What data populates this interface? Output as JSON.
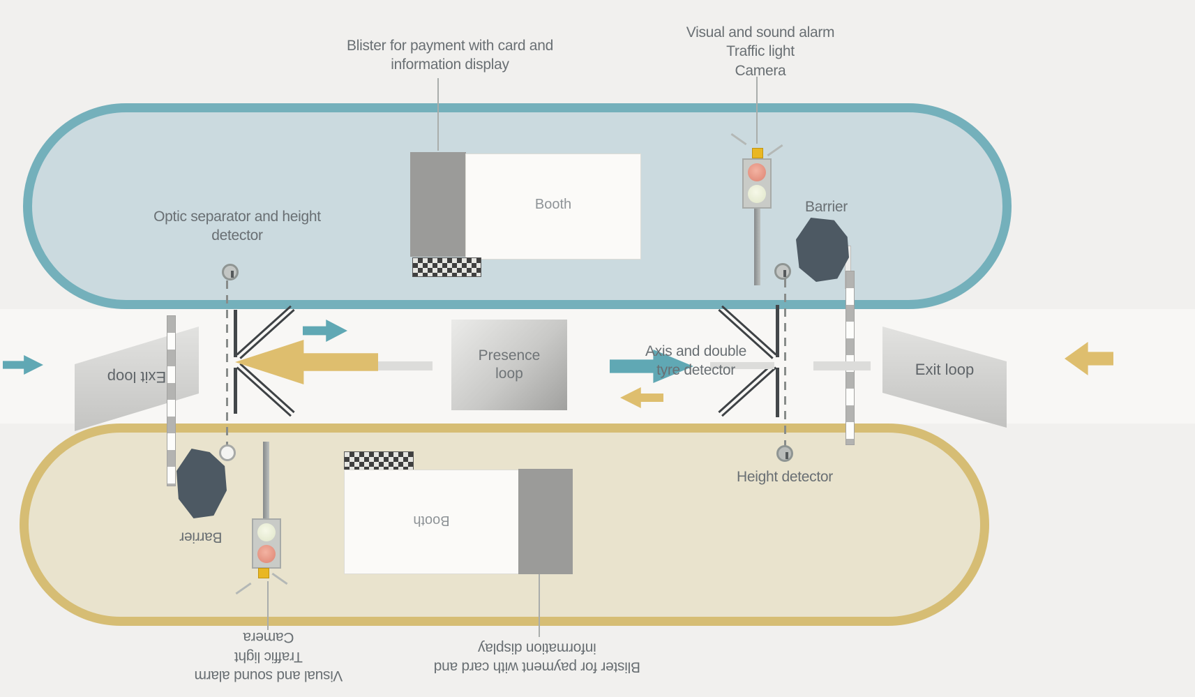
{
  "colors": {
    "background": "#f1f0ee",
    "road": "#f8f7f5",
    "island_top_fill": "#cbdadf",
    "island_top_border": "#74b0bb",
    "island_bottom_fill": "#e9e3cd",
    "island_bottom_border": "#d6bd74",
    "arrow_teal": "#60a8b4",
    "arrow_tan": "#debe6e",
    "barrier_housing": "#4d5963",
    "label_text": "#696f73",
    "beacon_yellow": "#e9b722",
    "traffic_light_red": "#dd8270"
  },
  "top_lane": {
    "blister_label": {
      "line1": "Blister for payment with card and",
      "line2": "information display"
    },
    "alarm_label": {
      "line1": "Visual and sound alarm",
      "line2": "Traffic light",
      "line3": "Camera"
    },
    "optic_label": {
      "line1": "Optic separator and height",
      "line2": "detector"
    },
    "barrier_label": "Barrier",
    "booth_label": "Booth"
  },
  "road": {
    "presence_loop": {
      "line1": "Presence",
      "line2": "loop"
    },
    "axis_detector_label": {
      "line1": "Axis and double",
      "line2": "tyre detector"
    },
    "exit_loop_left": "Exit loop",
    "exit_loop_right": "Exit loop"
  },
  "bottom_lane": {
    "booth_label": "Booth",
    "barrier_label": "Barrier",
    "height_detector_label": "Height detector",
    "blister_label": {
      "line1": "Blister for payment with card and",
      "line2": "information display"
    },
    "alarm_label": {
      "line1": "Visual and sound alarm",
      "line2": "Traffic light",
      "line3": "Camera"
    }
  }
}
